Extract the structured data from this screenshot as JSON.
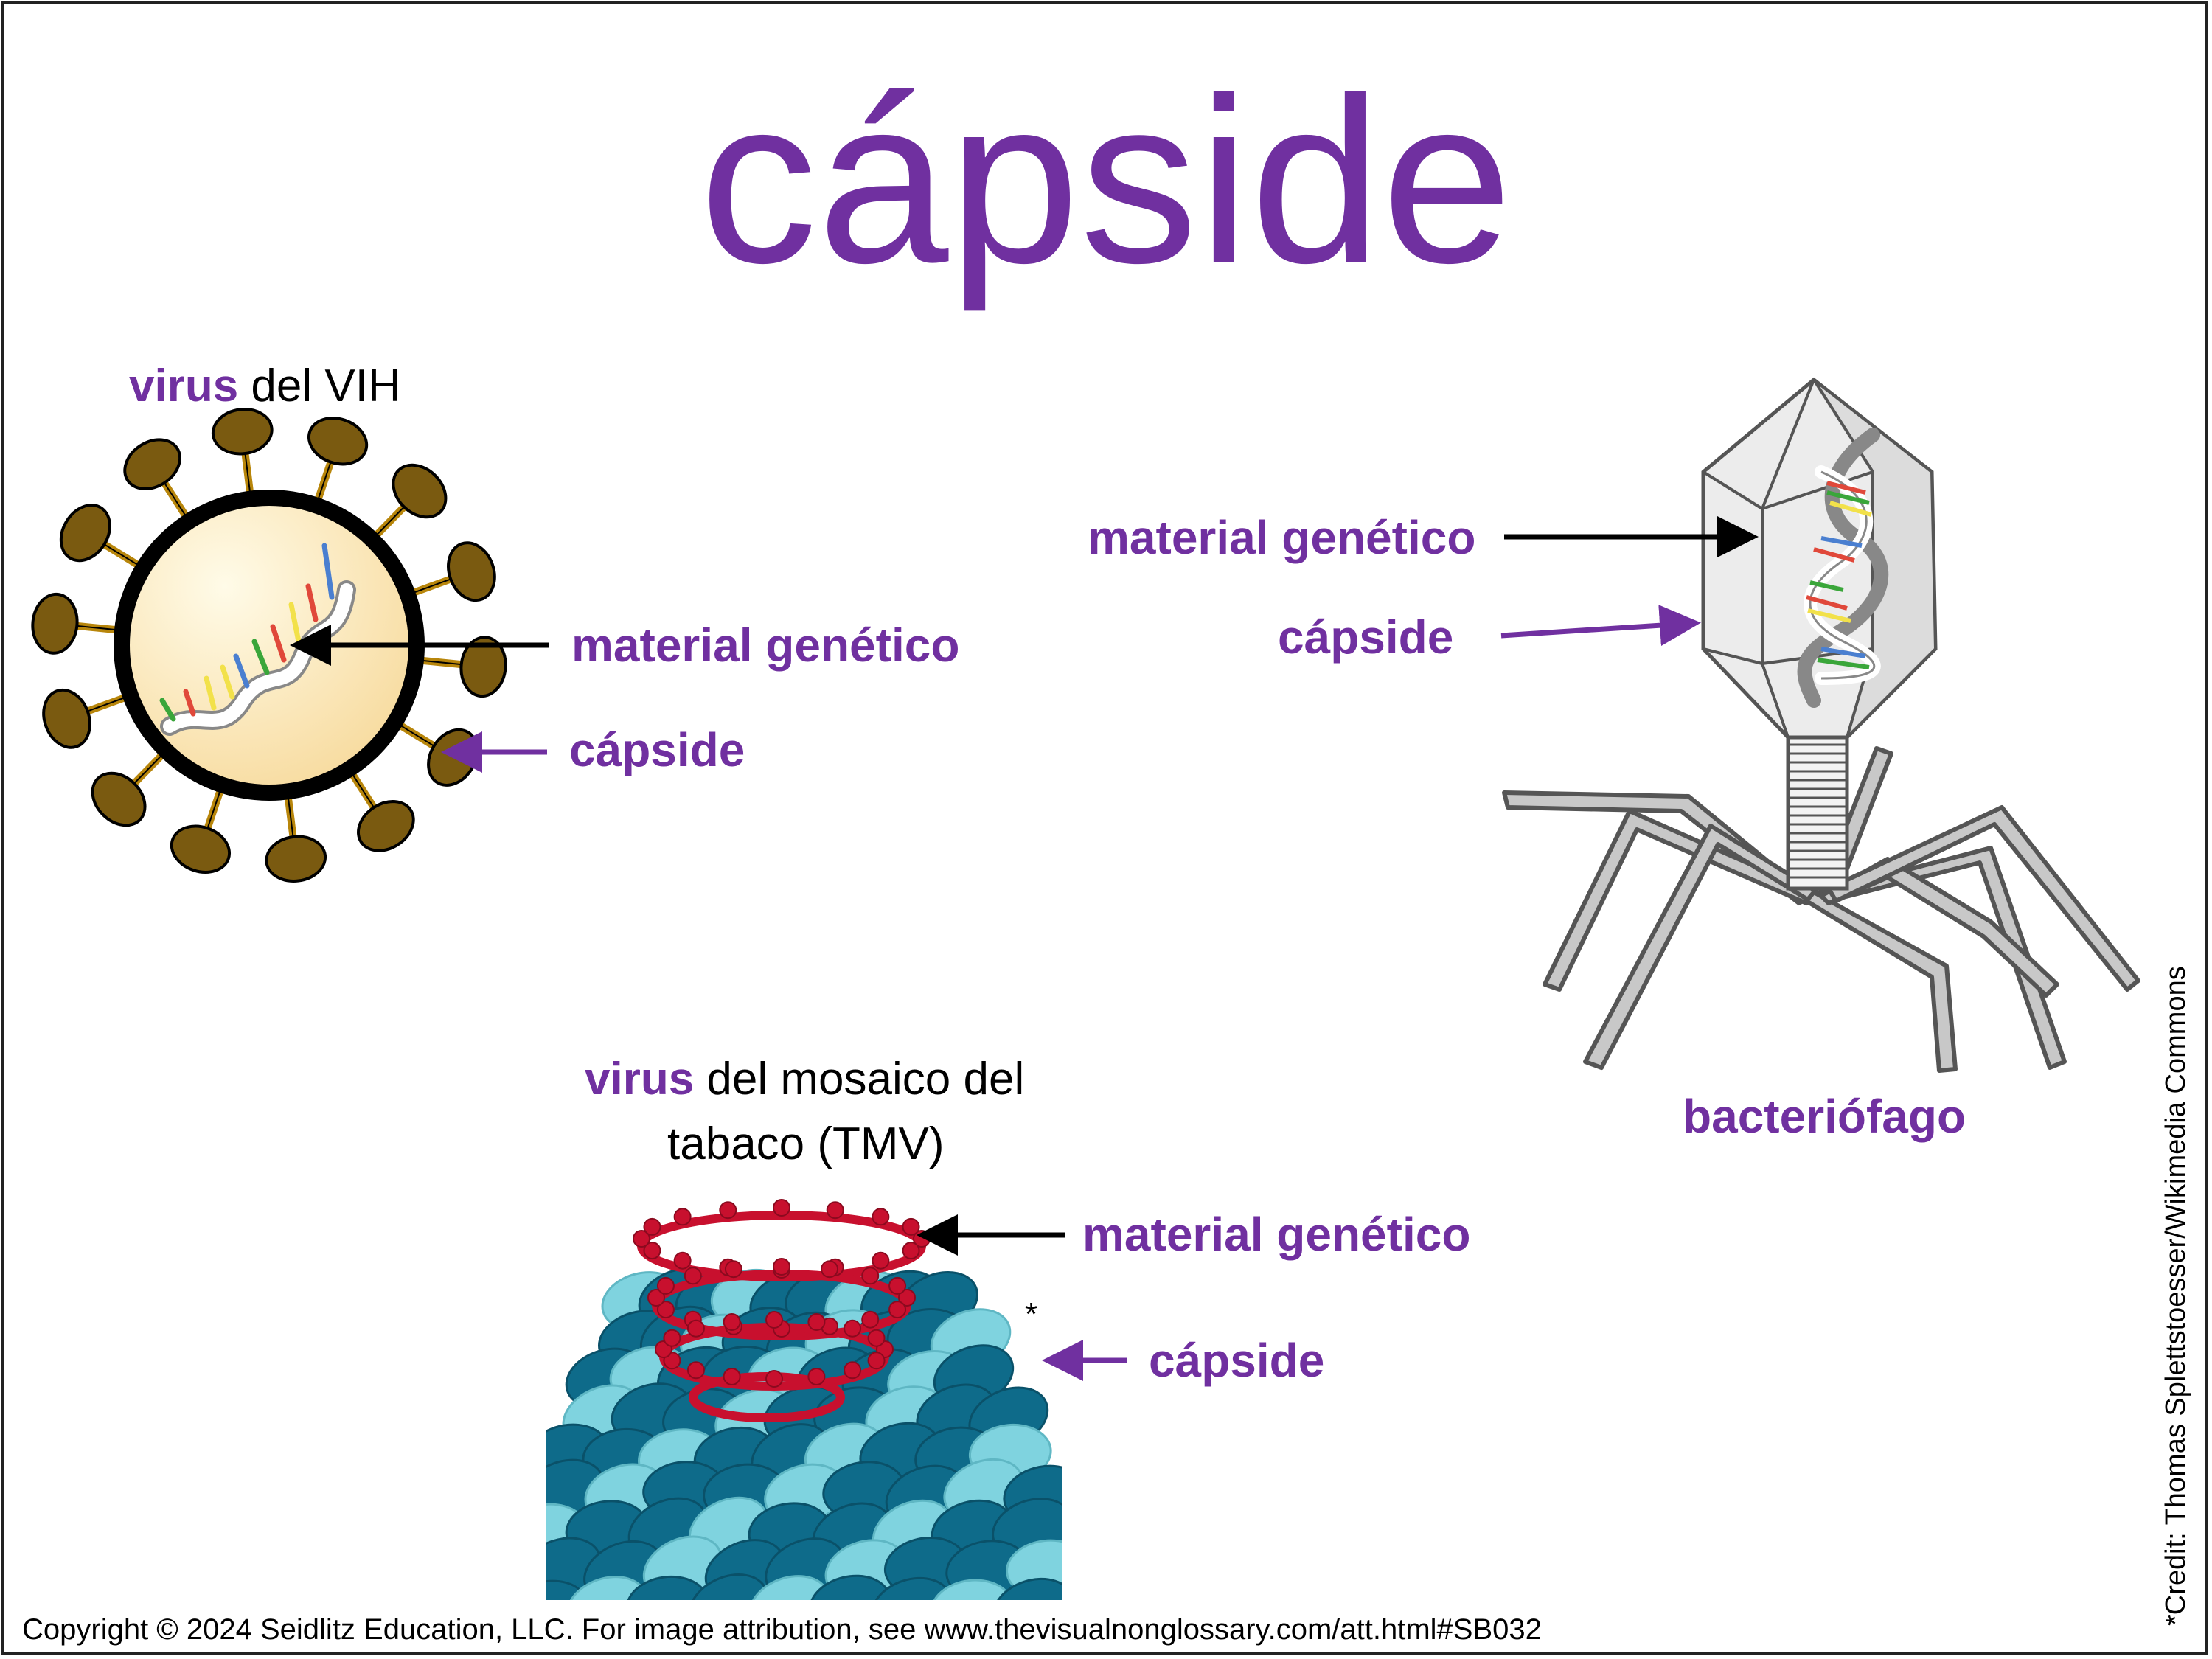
{
  "title": "cápside",
  "hiv": {
    "heading_hl": "virus",
    "heading_rest": " del VIH",
    "genetic_label": "material genético",
    "capsid_label": "cápside"
  },
  "phage": {
    "genetic_label": "material genético",
    "capsid_label": "cápside",
    "name": "bacteriófago"
  },
  "tmv": {
    "heading_hl": "virus",
    "heading_rest_line1": " del mosaico del",
    "heading_line2": "tabaco (TMV)",
    "genetic_label": "material genético",
    "capsid_label": "cápside",
    "asterisk": "*"
  },
  "footer": {
    "copyright": "Copyright © 2024 Seidlitz Education, LLC.  For image attribution, see www.thevisualnonglossary.com/att.html#SB032",
    "credit": "*Credit: Thomas Splettstoesser/Wikimedia Commons"
  },
  "colors": {
    "accent": "#7030a0",
    "spike": "#7a5a10",
    "tmv_dark": "#0e6b8a",
    "tmv_light": "#7fd3df",
    "rna_red": "#c8102e"
  }
}
